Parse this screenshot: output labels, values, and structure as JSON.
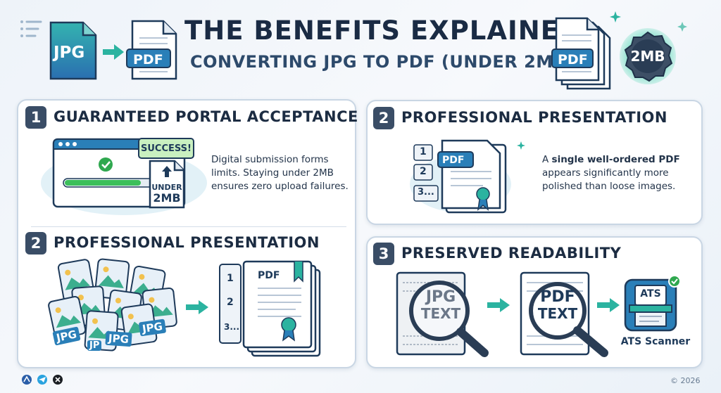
{
  "header": {
    "title": "THE BENEFITS EXPLAINED",
    "subtitle": "CONVERTING JPG TO PDF (UNDER 2MB)",
    "jpg_label": "JPG",
    "pdf_label": "PDF",
    "pdf_label_right": "PDF",
    "badge_label": "2MB"
  },
  "panels": [
    {
      "number": "1",
      "title": "GUARANTEED PORTAL ACCEPTANCE",
      "success_label": "SUCCESS!",
      "size_label_1": "UNDER",
      "size_label_2": "2MB",
      "text_lines": [
        "Digital submission forms",
        "limits. Staying under 2MB",
        "ensures zero upload failures."
      ]
    },
    {
      "number": "2",
      "title": "PROFESSIONAL PRESENTATION",
      "list_labels": [
        "1",
        "2",
        "3..."
      ],
      "pdf_label": "PDF",
      "text_lines": [
        "A single well-ordered PDF",
        "appears significantly more",
        "polished than loose images."
      ],
      "text_bold_prefix": "single well-ordered PDF"
    },
    {
      "number": "2",
      "title": "PROFESSIONAL PRESENTATION",
      "jpg_labels": [
        "JPG",
        "JPG",
        "JPG",
        "JP"
      ],
      "pdf_label": "PDF",
      "list_labels": [
        "1",
        "2",
        "3..."
      ]
    },
    {
      "number": "3",
      "title": "PRESERVED READABILITY",
      "jpg_text_1": "JPG",
      "jpg_text_2": "TEXT",
      "pdf_text_1": "PDF",
      "pdf_text_2": "TEXT",
      "ats_label": "ATS",
      "ats_caption": "ATS Scanner"
    }
  ],
  "footer": {
    "copyright": "© 2026"
  },
  "colors": {
    "navy": "#1a2b44",
    "blue": "#2a7fb8",
    "teal": "#2bb3a0",
    "green": "#2fa84f",
    "success_bg": "#c9f0c0"
  }
}
